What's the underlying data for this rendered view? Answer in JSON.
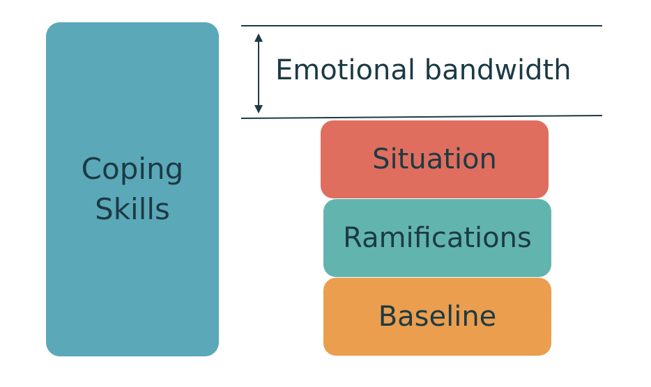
{
  "diagram": {
    "coping": {
      "line1": "Coping",
      "line2": "Skills",
      "color": "#5ba8b8"
    },
    "bandwidth": {
      "label": "Emotional bandwidth",
      "line_color": "#1c3a44"
    },
    "stack": [
      {
        "label": "Situation",
        "color": "#df6e5e"
      },
      {
        "label": "Ramifications",
        "color": "#62b5ae"
      },
      {
        "label": "Baseline",
        "color": "#eb9e4e"
      }
    ],
    "text_color": "#1c3a44"
  }
}
